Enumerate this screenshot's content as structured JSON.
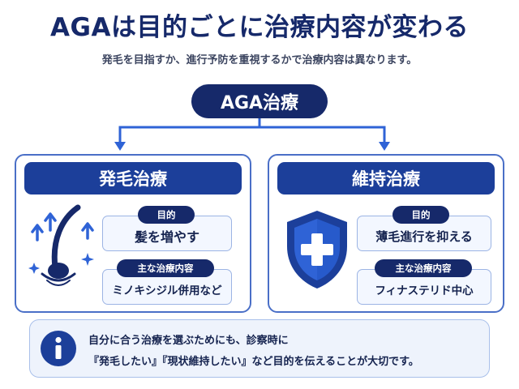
{
  "header": {
    "title": "AGAは目的ごとに治療内容が変わる",
    "subtitle": "発毛を目指すか、進行予防を重視するかで治療内容は異なります。"
  },
  "root": {
    "label": "AGA治療"
  },
  "branches": [
    {
      "title": "発毛治療",
      "purpose_tag": "目的",
      "purpose": "髪を増やす",
      "content_tag": "主な治療内容",
      "content": "ミノキシジル併用など",
      "icon": "hair-growth-icon"
    },
    {
      "title": "維持治療",
      "purpose_tag": "目的",
      "purpose": "薄毛進行を抑える",
      "content_tag": "主な治療内容",
      "content": "フィナステリド中心",
      "icon": "shield-cross-icon"
    }
  ],
  "note": {
    "icon": "info-icon",
    "line1": "自分に合う治療を選ぶためにも、診察時に",
    "line2": "『発毛したい』『現状維持したい』など目的を伝えることが大切です。"
  },
  "colors": {
    "navy": "#16296a",
    "blue": "#1c3f9a",
    "accent": "#2f63d6",
    "light": "#eef3fc"
  }
}
